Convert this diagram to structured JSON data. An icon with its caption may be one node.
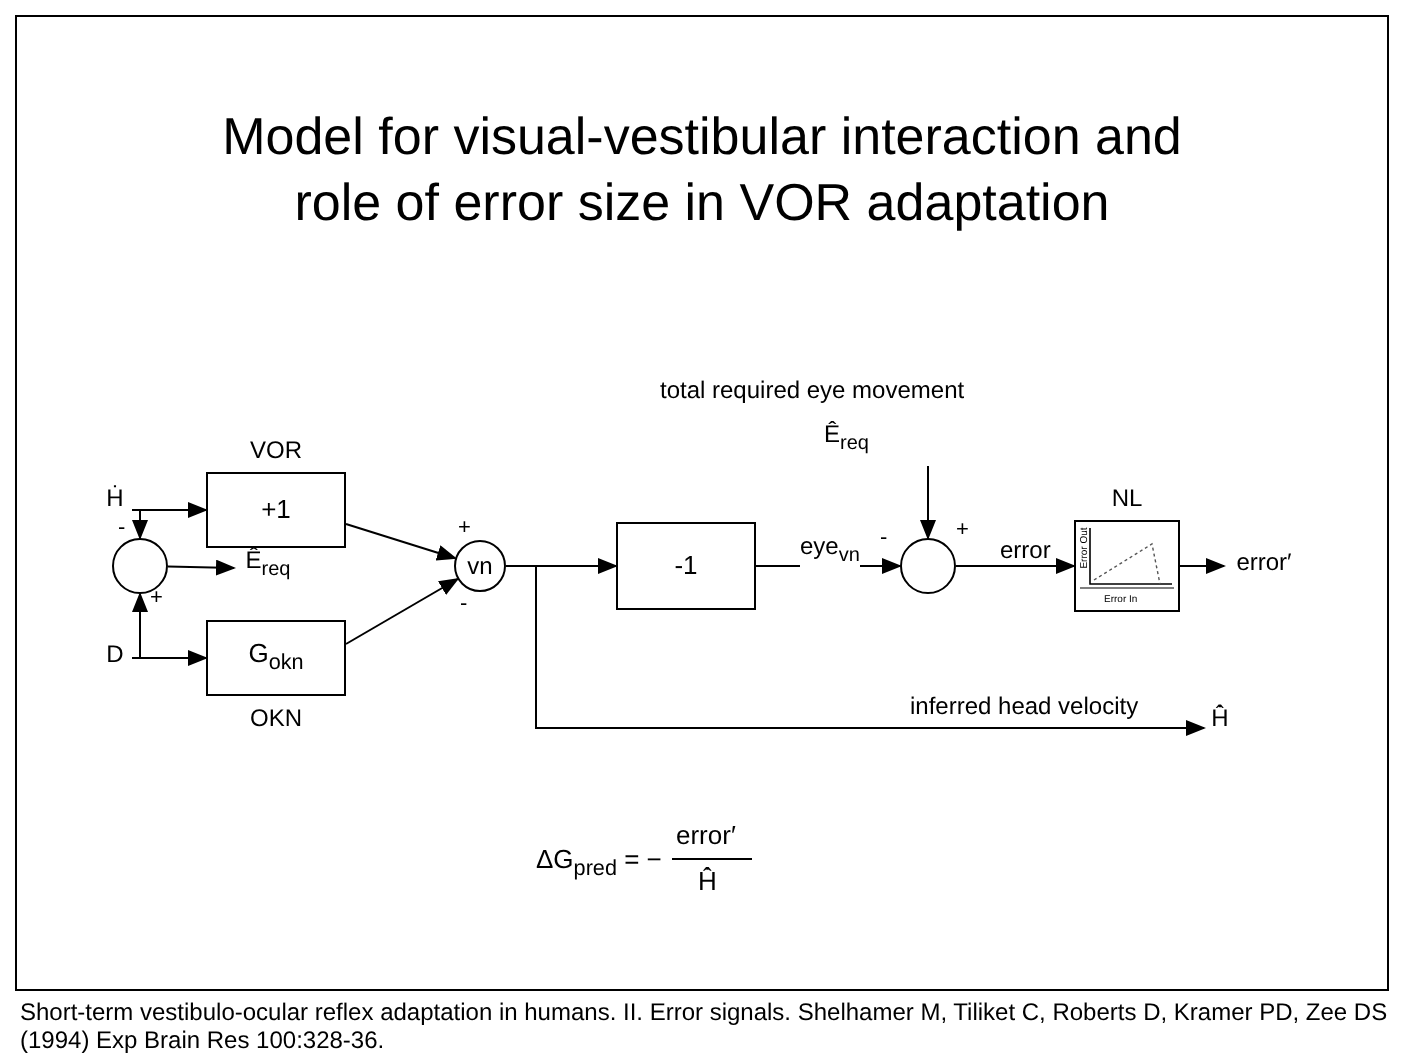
{
  "diagram": {
    "title": "Model for visual-vestibular interaction and role of error size in VOR adaptation",
    "caption": "Short-term vestibulo-ocular reflex adaptation in humans. II. Error signals. Shelhamer M, Tiliket C, Roberts D, Kramer PD, Zee DS (1994) Exp Brain Res 100:328-36.",
    "nodes": [
      {
        "text": [
          "Ḣ"
        ]
      },
      {
        "text": [
          "VOR",
          "+1"
        ]
      },
      {
        "text": [],
        "shape": "circle"
      },
      {
        "text": [
          "Ê$_{req}$"
        ]
      },
      {
        "text": [
          "D"
        ]
      },
      {
        "text": [
          "G$_{okn}$",
          "OKN"
        ]
      },
      {
        "text": [
          "vn"
        ]
      },
      {
        "text": [
          "-1"
        ]
      },
      {
        "text": [
          "total required eye movement",
          "Ê$_{req}$"
        ]
      },
      {
        "text": [],
        "shape": "circle"
      },
      {
        "text": [
          "NL"
        ]
      },
      {
        "text": [
          "error′"
        ]
      },
      {
        "text": [
          "Ḣ̂"
        ]
      }
    ],
    "edges": [
      {
        "from": 0,
        "to": 1,
        "arrow": "to"
      },
      {
        "from": 0,
        "to": 2,
        "arrow": "to"
      },
      {
        "from": 4,
        "to": 5,
        "arrow": "to"
      },
      {
        "from": 4,
        "to": 2,
        "arrow": "to"
      },
      {
        "from": 2,
        "to": 3,
        "arrow": "to"
      },
      {
        "from": 1,
        "to": 6,
        "arrow": "to"
      },
      {
        "from": 5,
        "to": 6,
        "arrow": "to"
      },
      {
        "from": 6,
        "to": 7,
        "arrow": "to"
      },
      {
        "from": 6,
        "to": 12,
        "arrow": "to",
        "label": "inferred head velocity"
      },
      {
        "from": 7,
        "to": 9,
        "arrow": "to",
        "label": "eye$_{vn}$"
      },
      {
        "from": 8,
        "to": 9,
        "arrow": "to"
      },
      {
        "from": 9,
        "to": 10,
        "arrow": "to",
        "label": "error"
      },
      {
        "from": 10,
        "to": 11,
        "arrow": "to"
      }
    ],
    "labels": [
      "-",
      "+",
      "+",
      "-",
      "-",
      "+",
      "Error Out",
      "Error In",
      "ΔG$_{pred}$ = −",
      "error′",
      "Ḣ̂"
    ]
  }
}
